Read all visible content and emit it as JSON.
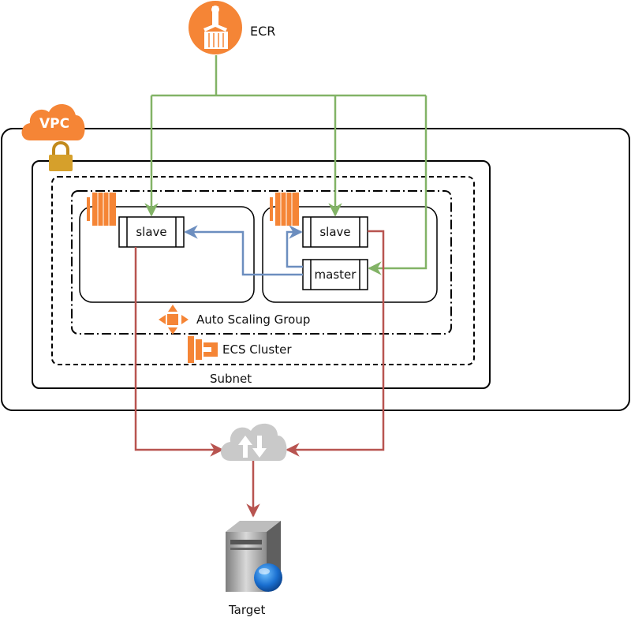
{
  "ecr": {
    "label": "ECR"
  },
  "vpc": {
    "label": "VPC"
  },
  "subnet": {
    "label": "Subnet"
  },
  "ecs_cluster": {
    "label": "ECS Cluster"
  },
  "auto_scaling_group": {
    "label": "Auto Scaling Group"
  },
  "instances": [
    {
      "containers": [
        "slave"
      ]
    },
    {
      "containers": [
        "slave",
        "master"
      ]
    }
  ],
  "target": {
    "label": "Target"
  },
  "colors": {
    "aws_orange": "#f58536",
    "pull_line": "#82b366",
    "control_line": "#6c8ebf",
    "traffic_line": "#b85450",
    "cloud_gray": "#cccccc",
    "padlock": "#d6a02b"
  }
}
